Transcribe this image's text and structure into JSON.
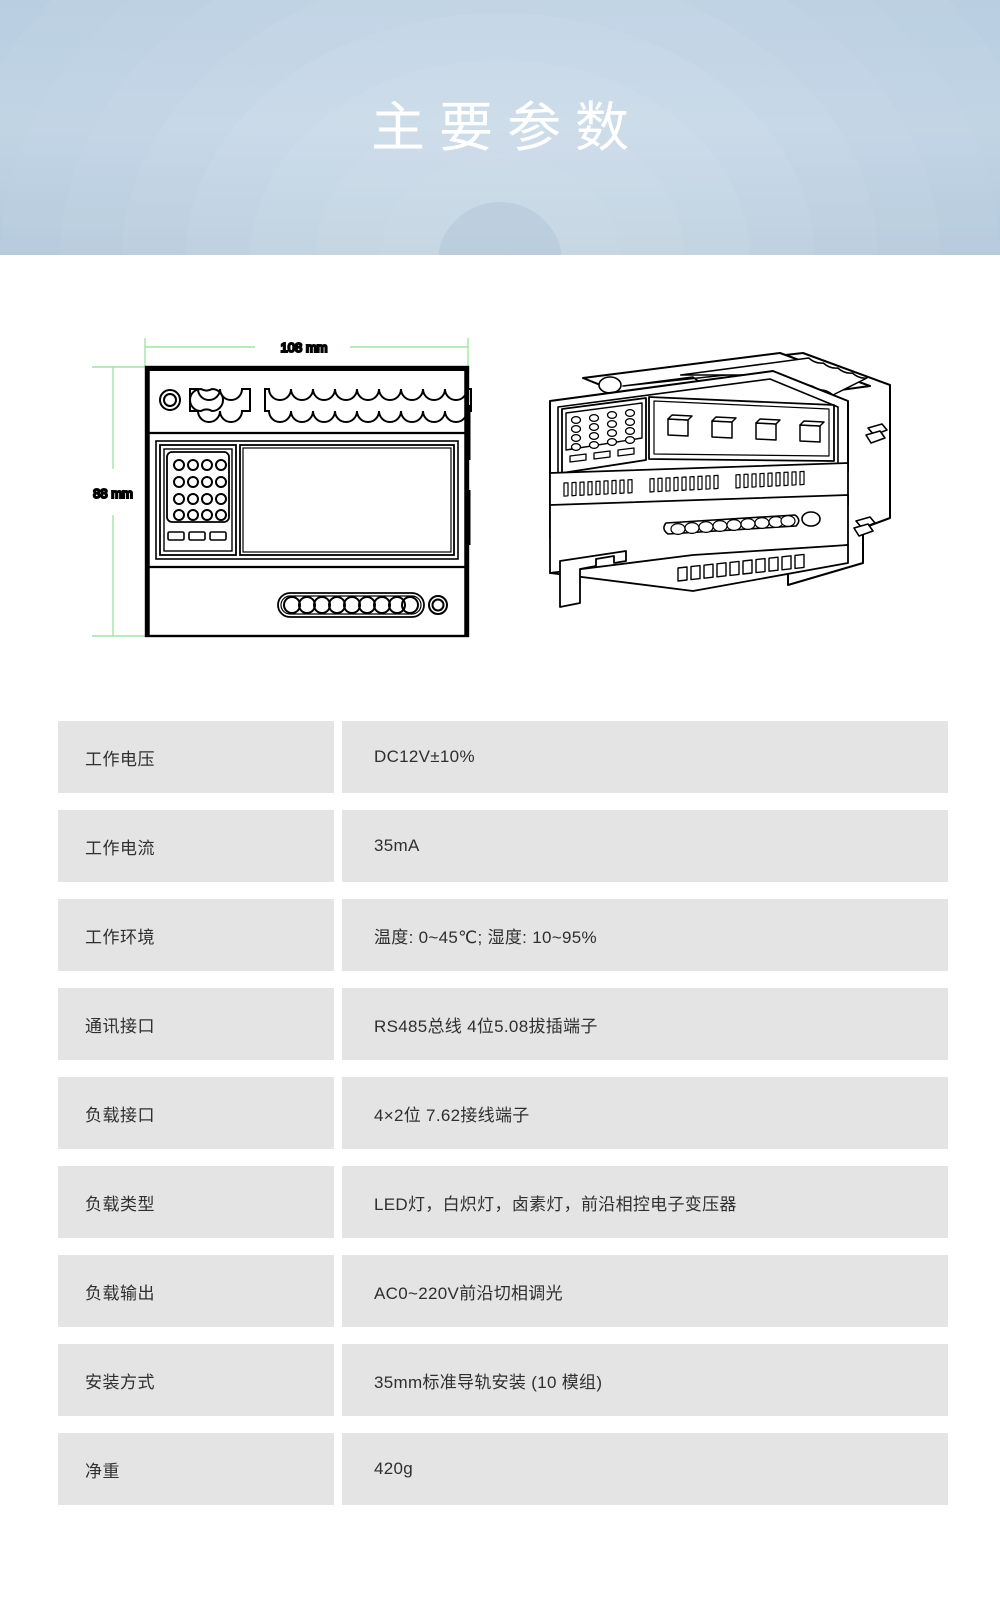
{
  "banner": {
    "title": "主要参数",
    "background_color": "#b9cfe1",
    "title_color": "#ffffff"
  },
  "diagram": {
    "front_view": {
      "name": "front-view-technical-drawing",
      "width_label": "108 mm",
      "height_label": "88 mm",
      "dimension_color": "#5bd15f",
      "line_color": "#000000",
      "led_grid_rows": 4,
      "led_grid_cols": 4,
      "button_count": 3,
      "top_terminal_left_positions": 4,
      "top_terminal_right_positions": 10,
      "bottom_terminal_positions": 10
    },
    "iso_view": {
      "name": "isometric-product-drawing",
      "line_color": "#000000",
      "vent_groups": 3,
      "front_windows": 4,
      "rail_clips": 2
    }
  },
  "spec_table": {
    "cell_background": "#e4e4e4",
    "text_color": "#2f2f2f",
    "rows": [
      {
        "key": "工作电压",
        "value": "DC12V±10%"
      },
      {
        "key": "工作电流",
        "value": "35mA"
      },
      {
        "key": "工作环境",
        "value": "温度: 0~45℃; 湿度: 10~95%"
      },
      {
        "key": "通讯接口",
        "value": "RS485总线 4位5.08拔插端子"
      },
      {
        "key": "负载接口",
        "value": "4×2位 7.62接线端子"
      },
      {
        "key": "负载类型",
        "value": "LED灯，白炽灯，卤素灯，前沿相控电子变压器"
      },
      {
        "key": "负载输出",
        "value": "AC0~220V前沿切相调光"
      },
      {
        "key": "安装方式",
        "value": "35mm标准导轨安装 (10 模组)"
      },
      {
        "key": "净重",
        "value": "420g"
      }
    ]
  }
}
